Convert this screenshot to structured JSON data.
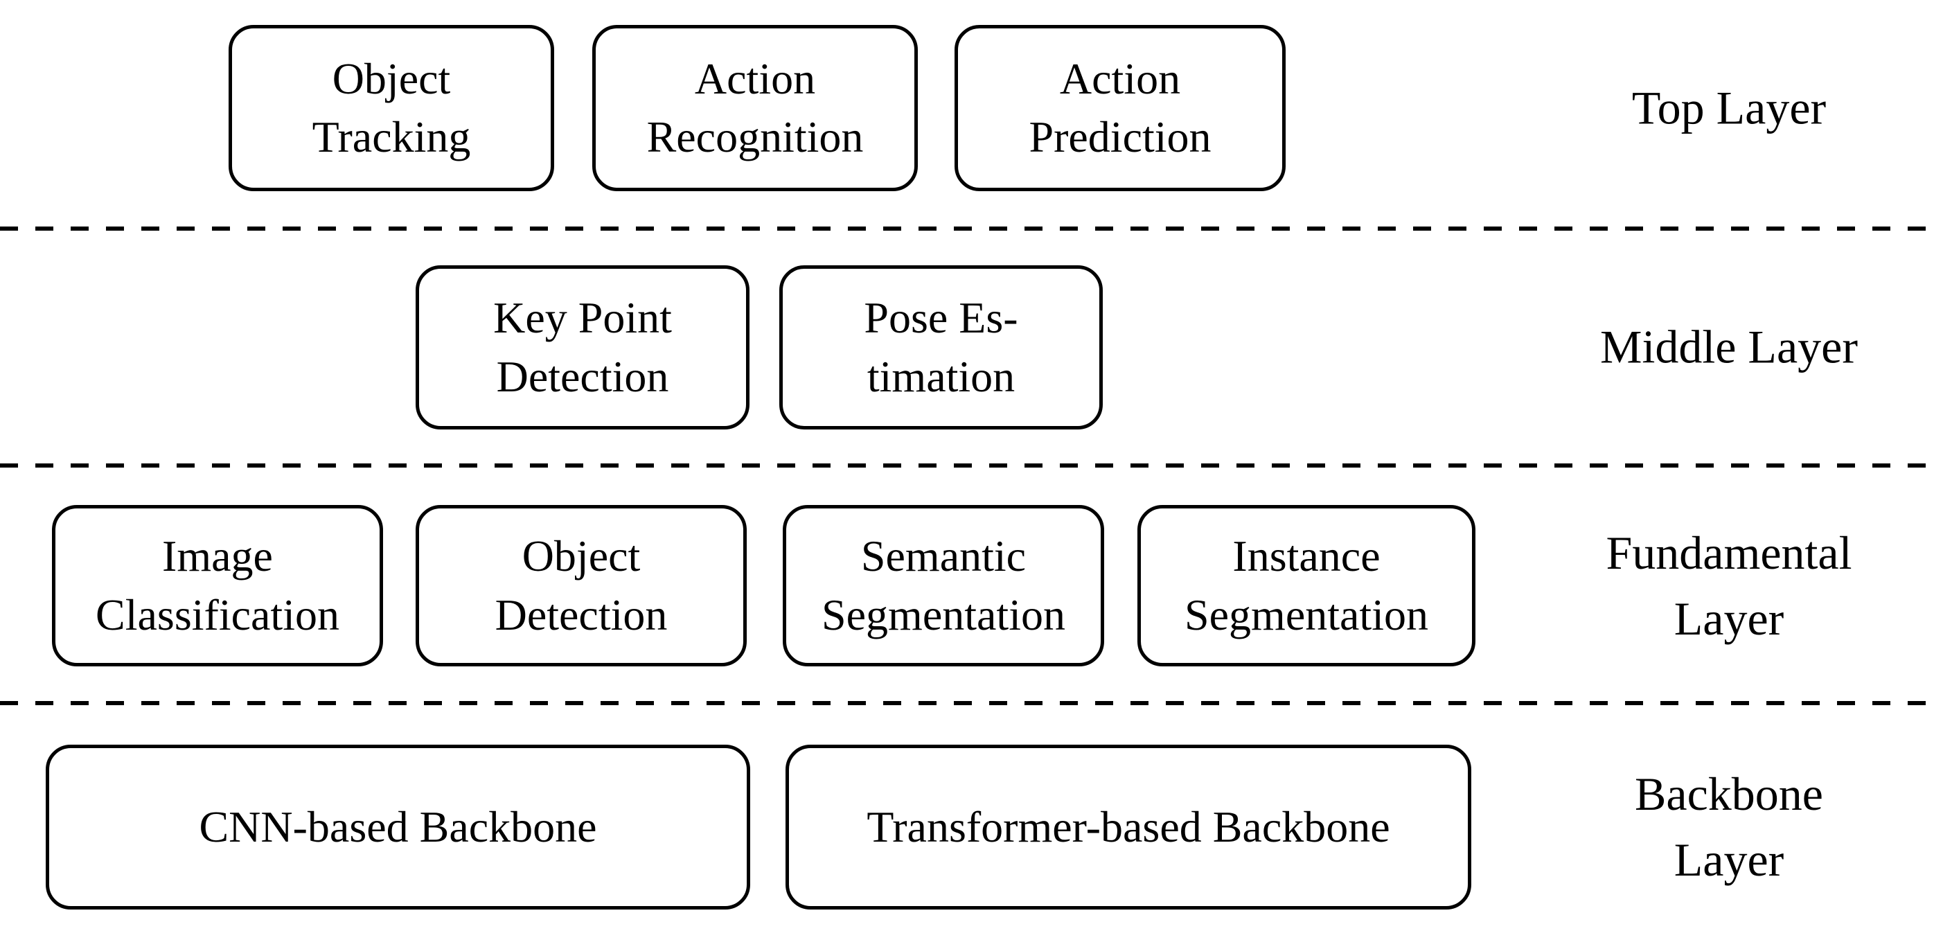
{
  "diagram": {
    "background_color": "#ffffff",
    "line_color": "#000000",
    "layers": [
      {
        "id": "top",
        "label": "Top Layer",
        "boxes": [
          {
            "text": "Object\nTracking"
          },
          {
            "text": "Action\nRecognition"
          },
          {
            "text": "Action\nPrediction"
          }
        ]
      },
      {
        "id": "middle",
        "label": "Middle Layer",
        "boxes": [
          {
            "text": "Key Point\nDetection"
          },
          {
            "text": "Pose Es-\ntimation"
          }
        ]
      },
      {
        "id": "fundamental",
        "label": "Fundamental\nLayer",
        "boxes": [
          {
            "text": "Image\nClassification"
          },
          {
            "text": "Object\nDetection"
          },
          {
            "text": "Semantic\nSegmentation"
          },
          {
            "text": "Instance\nSegmentation"
          }
        ]
      },
      {
        "id": "backbone",
        "label": "Backbone\nLayer",
        "boxes": [
          {
            "text": "CNN-based Backbone"
          },
          {
            "text": "Transformer-based Backbone"
          }
        ]
      }
    ]
  }
}
